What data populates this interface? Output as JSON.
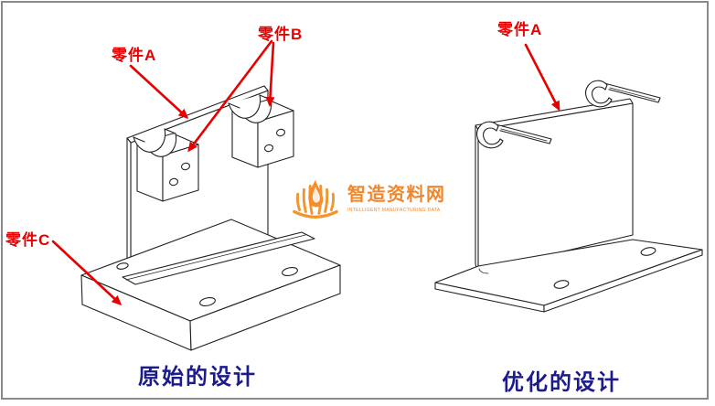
{
  "diagram": {
    "annotations": {
      "left_part_a": "零件A",
      "left_part_b": "零件B",
      "left_part_c": "零件C",
      "right_part_a": "零件A"
    },
    "captions": {
      "original": "原始的设计",
      "optimized": "优化的设计"
    },
    "watermark": {
      "title": "智造资料网",
      "subtitle": "INTELLIGENT MANUFACTURING DATA",
      "icon": "book-flame-icon"
    },
    "colors": {
      "annotation_red": "#e80000",
      "caption_blue": "#1b1b8e",
      "watermark_orange": "#f08122",
      "drawing_line": "#222222",
      "frame_border": "#8a8a8a",
      "background": "#ffffff"
    }
  }
}
